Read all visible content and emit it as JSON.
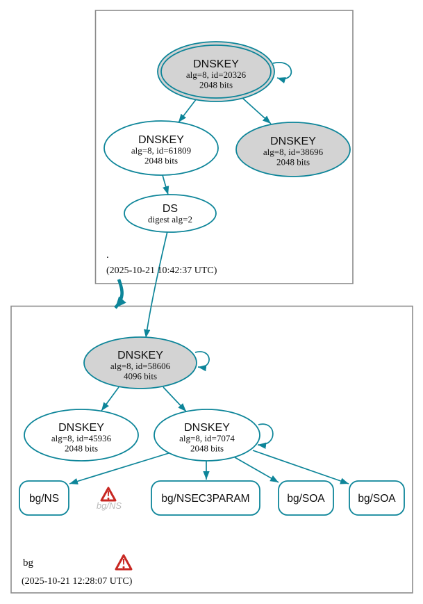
{
  "colors": {
    "edge_teal": "#0d8599",
    "ksk_fill_gray": "#d3d3d3",
    "zone_border_gray": "#8c8c8c",
    "warning_red": "#c82823",
    "ghost_text_gray": "#bbbbbb"
  },
  "root_zone": {
    "label": ".",
    "timestamp": "(2025-10-21 10:42:37 UTC)",
    "ksk": {
      "type": "DNSKEY",
      "detail": "alg=8, id=20326",
      "size": "2048 bits"
    },
    "zsk": {
      "type": "DNSKEY",
      "detail": "alg=8, id=61809",
      "size": "2048 bits"
    },
    "key2": {
      "type": "DNSKEY",
      "detail": "alg=8, id=38696",
      "size": "2048 bits"
    },
    "ds": {
      "type": "DS",
      "detail": "digest alg=2"
    }
  },
  "bg_zone": {
    "label": "bg",
    "timestamp": "(2025-10-21 12:28:07 UTC)",
    "ksk": {
      "type": "DNSKEY",
      "detail": "alg=8, id=58606",
      "size": "4096 bits"
    },
    "zsk1": {
      "type": "DNSKEY",
      "detail": "alg=8, id=45936",
      "size": "2048 bits"
    },
    "zsk2": {
      "type": "DNSKEY",
      "detail": "alg=8, id=7074",
      "size": "2048 bits"
    },
    "rrsets": [
      {
        "label": "bg/NS"
      },
      {
        "label": "bg/NSEC3PARAM"
      },
      {
        "label": "bg/SOA"
      },
      {
        "label": "bg/SOA"
      }
    ],
    "ghost_rrset_label": "bg/NS"
  }
}
